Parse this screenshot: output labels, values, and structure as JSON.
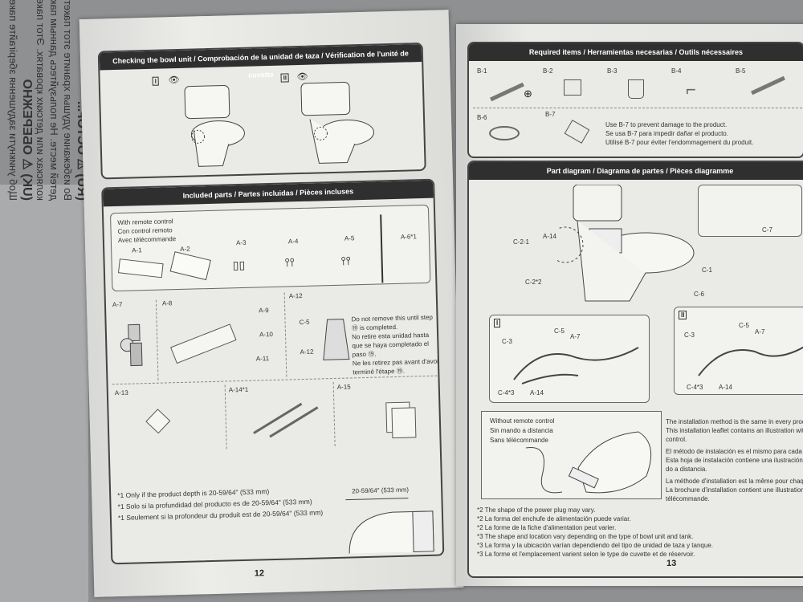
{
  "bag": {
    "lines": [
      "(RU) ⚠ ОСТОР...",
      "Во избежание удушья храните этот пакет",
      "детей месте. Не пользуйтесь данным пакетом в детских",
      "колясках или детских кроватях. Этот пакет не игрушка.",
      "(UK) ⚠ ОБЕРЕЖНО",
      "Щоб уникнути задушення зберігайте пакет у недоступному"
    ]
  },
  "left_page": {
    "checking": {
      "title": "Checking the bowl unit / Comprobación de la unidad de taza / Vérification de l'unité de cuvette",
      "marks": [
        "I",
        "II"
      ]
    },
    "included": {
      "title": "Included parts / Partes incluidas / Pièces incluses",
      "remote": [
        "With remote control",
        "Con control remoto",
        "Avec télécommande"
      ],
      "parts_row1": [
        "A-1",
        "A-2",
        "A-3",
        "A-4",
        "A-5",
        "A-6*1"
      ],
      "parts_row2": [
        "A-7",
        "A-8",
        "A-9",
        "A-10",
        "A-11",
        "A-12",
        "C-5"
      ],
      "a12_label": "A-12",
      "note": [
        "Do not remove this until step ⑲ is completed.",
        "No retire esta unidad hasta que se haya completado el paso ⑲.",
        "Ne les retirez pas avant d'avoir terminé l'étape ⑲."
      ],
      "parts_row3": [
        "A-13",
        "A-14*1",
        "A-15"
      ],
      "footnotes": [
        "*1 Only if the product depth is 20-59/64\" (533 mm)",
        "*1 Solo si la profundidad del producto es de 20-59/64\" (533 mm)",
        "*1 Seulement si la profondeur du produit est de 20-59/64\" (533 mm)"
      ],
      "dimension": "20-59/64\" (533 mm)"
    },
    "page_number": "12"
  },
  "right_page": {
    "required": {
      "title": "Required items / Herramientas necesarias / Outils nécessaires",
      "items": [
        "B-1",
        "B-2",
        "B-3",
        "B-4",
        "B-5",
        "B-6",
        "B-7"
      ],
      "note": [
        "Use B-7 to prevent damage to the product.",
        "Se usa B-7 para impedir dañar el producto.",
        "Utilisé B-7 pour éviter l'endommagement du produit."
      ]
    },
    "diagram": {
      "title": "Part diagram / Diagrama de partes / Pièces diagramme",
      "labels": [
        "C-2-1",
        "A-14",
        "C-2*2",
        "C-7",
        "C-1",
        "C-6"
      ],
      "inset1": {
        "mark": "I",
        "labels": [
          "C-3",
          "C-5",
          "A-7",
          "C-4*3",
          "A-14"
        ]
      },
      "inset2": {
        "mark": "II",
        "labels": [
          "C-3",
          "C-5",
          "A-7",
          "C-4*3",
          "A-14"
        ]
      },
      "no_remote": [
        "Without remote control",
        "Sin mando a distancia",
        "Sans télécommande"
      ],
      "method": [
        "The installation method is the same in every produc",
        "This installation leaflet contains an illustration with r",
        "control.",
        "El método de instalación es el mismo para cada p",
        "Esta hoja de instalación contiene una ilustración c",
        "do a distancia.",
        "La méthode d'installation est la même pour chaq",
        "La brochure d'installation contient une illustration",
        "télécommande."
      ],
      "footnotes": [
        "*2 The shape of the power plug may vary.",
        "*2 La forma del enchufe de alimentación puede variar.",
        "*2 La forme de la fiche d'alimentation peut varier.",
        "*3 The shape and location vary depending on the type of bowl unit and tank.",
        "*3 La forma y la ubicación varían dependiendo del tipo de unidad de taza y tanque.",
        "*3 La forme et l'emplacement varient selon le type de cuvette et de réservoir."
      ]
    },
    "page_number": "13"
  }
}
